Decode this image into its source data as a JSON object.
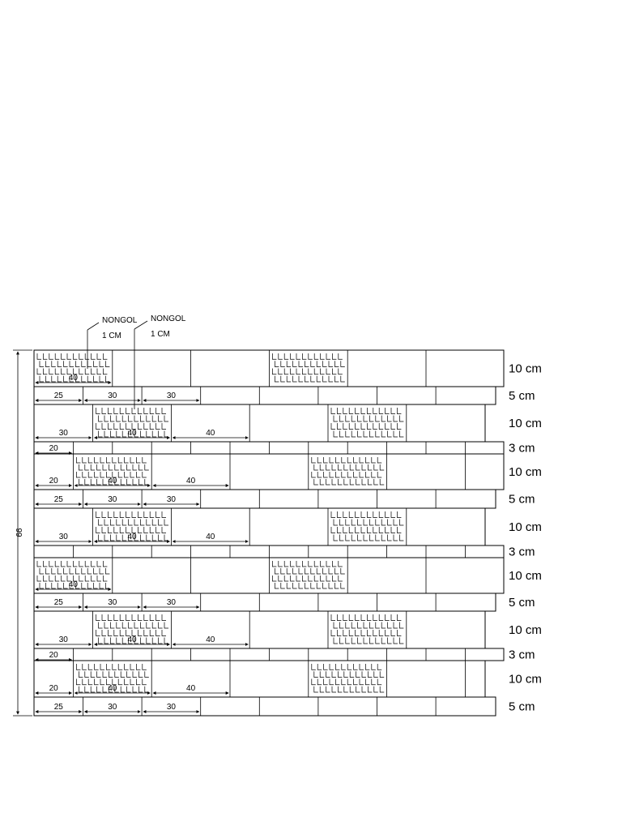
{
  "notes": [
    {
      "line1": "NONGOL",
      "line2": "1 CM"
    },
    {
      "line1": "NONGOL",
      "line2": "1 CM"
    }
  ],
  "total_height_label": "99",
  "rows": [
    {
      "label": "10 cm",
      "type": "tall",
      "offset": 0,
      "dims": [
        "40"
      ]
    },
    {
      "label": "5 cm",
      "type": "mid",
      "offset": 25,
      "dims": [
        "25",
        "30",
        "30"
      ]
    },
    {
      "label": "10 cm",
      "type": "tall",
      "offset": 30,
      "dims": [
        "30",
        "40",
        "40"
      ]
    },
    {
      "label": "3 cm",
      "type": "thin",
      "offset": 20,
      "dims": [
        "20"
      ]
    },
    {
      "label": "10 cm",
      "type": "tall",
      "offset": 20,
      "dims": [
        "20",
        "40",
        "40"
      ]
    },
    {
      "label": "5 cm",
      "type": "mid",
      "offset": 25,
      "dims": [
        "25",
        "30",
        "30"
      ]
    },
    {
      "label": "10 cm",
      "type": "tall",
      "offset": 30,
      "dims": [
        "30",
        "40",
        "40"
      ]
    },
    {
      "label": "3 cm",
      "type": "thin",
      "offset": 20,
      "dims": []
    },
    {
      "label": "10 cm",
      "type": "tall",
      "offset": 0,
      "dims": [
        "40"
      ]
    },
    {
      "label": "5 cm",
      "type": "mid",
      "offset": 25,
      "dims": [
        "25",
        "30",
        "30"
      ]
    },
    {
      "label": "10 cm",
      "type": "tall",
      "offset": 30,
      "dims": [
        "30",
        "40",
        "40"
      ]
    },
    {
      "label": "3 cm",
      "type": "thin",
      "offset": 20,
      "dims": [
        "20"
      ]
    },
    {
      "label": "10 cm",
      "type": "tall",
      "offset": 20,
      "dims": [
        "20",
        "40",
        "40"
      ]
    },
    {
      "label": "5 cm",
      "type": "mid",
      "offset": 25,
      "dims": [
        "25",
        "30",
        "30"
      ]
    }
  ]
}
